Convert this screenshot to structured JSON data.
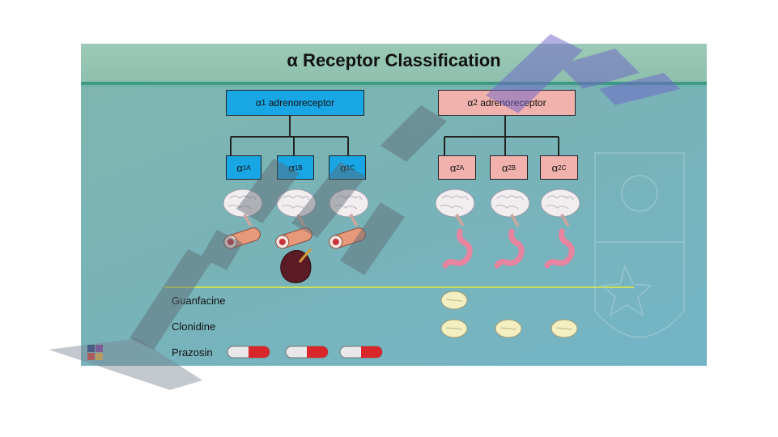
{
  "title": "α Receptor Classification",
  "alpha1": {
    "base": "α",
    "sub": "1",
    "text": "adrenoreceptor",
    "subtypes": [
      {
        "base": "α",
        "sub": "1A"
      },
      {
        "base": "α",
        "sub": "1B"
      },
      {
        "base": "α",
        "sub": "1C"
      }
    ]
  },
  "alpha2": {
    "base": "α",
    "sub": "2",
    "text": "adrenoreceptor",
    "subtypes": [
      {
        "base": "α",
        "sub": "2A"
      },
      {
        "base": "α",
        "sub": "2B"
      },
      {
        "base": "α",
        "sub": "2C"
      }
    ]
  },
  "drugs": [
    "Guanfacine",
    "Clonidine",
    "Prazosin"
  ],
  "icons": {
    "brain": "brain-icon",
    "vessel": "blood-vessel-icon",
    "kidney": "kidney-icon",
    "stomach": "stomach-icon",
    "tablet": "tablet-icon",
    "capsule": "capsule-icon",
    "logo": "logo-icon"
  },
  "colors": {
    "alpha1_box": "#19a6e4",
    "alpha2_box": "#f1b2ad",
    "divider": "#e6ef3a",
    "capsule_red": "#d8262b"
  }
}
